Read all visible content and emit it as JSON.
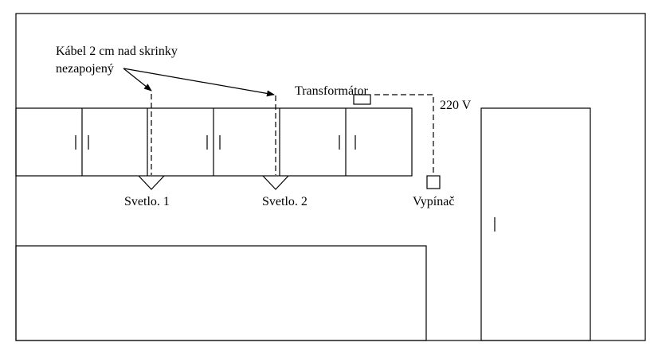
{
  "labels": {
    "cable_line1": "Kábel 2 cm nad skrinky",
    "cable_line2": "nezapojený",
    "transformer": "Transformátor",
    "voltage": "220 V",
    "light1": "Svetlo. 1",
    "light2": "Svetlo. 2",
    "switch": "Vypínač"
  },
  "colors": {
    "line": "#000000",
    "background": "#ffffff"
  }
}
